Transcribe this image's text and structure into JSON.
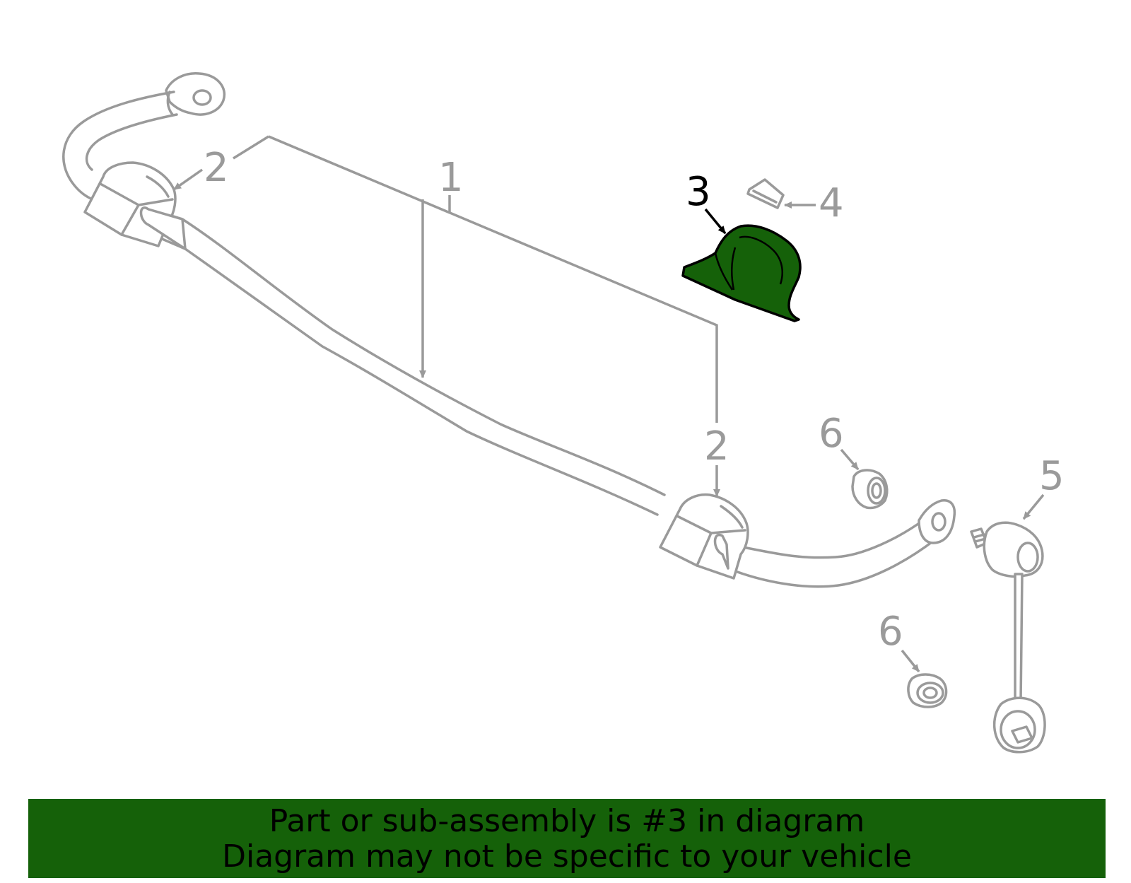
{
  "colors": {
    "highlight": "#156109",
    "part_gray": "#9a9a9a",
    "banner": "#156109"
  },
  "callouts": {
    "c1": "1",
    "c2a": "2",
    "c2b": "2",
    "c3": "3",
    "c4": "4",
    "c5": "5",
    "c6a": "6",
    "c6b": "6"
  },
  "highlighted_part": "3",
  "banner": {
    "line1": "Part or sub-assembly is #3 in diagram",
    "line2": "Diagram may not be specific to your vehicle"
  }
}
